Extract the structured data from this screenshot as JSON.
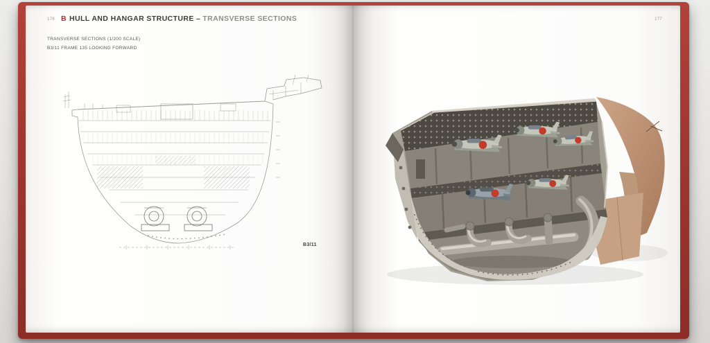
{
  "left_page": {
    "page_number": "176",
    "header": {
      "section_letter": "B",
      "title_main": "HULL AND HANGAR STRUCTURE –",
      "title_sub": "TRANSVERSE SECTIONS"
    },
    "captions": {
      "line1": "TRANSVERSE SECTIONS (1/200 SCALE)",
      "line2": "B3/11 FRAME 135 LOOKING FORWARD"
    },
    "figure_label": "B3/11"
  },
  "right_page": {
    "page_number": "177"
  },
  "colors": {
    "accent_red": "#c2232e",
    "cover_red": "#a03630",
    "roundel_red": "#c23b2b"
  }
}
